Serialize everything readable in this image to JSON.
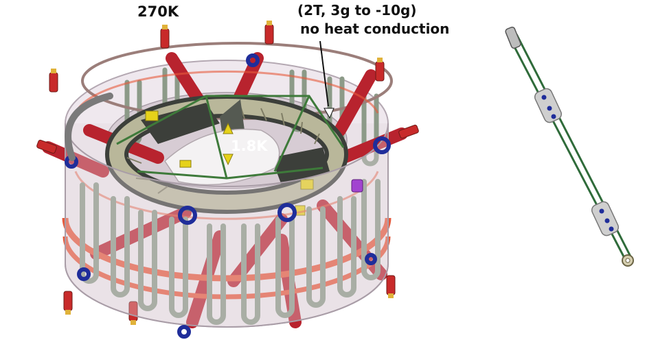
{
  "labels": {
    "outer_temperature": "270K",
    "inner_temperature": "1.8K",
    "condition_line_1": "(2T, 3g to -10g)",
    "condition_line_2": "no heat conduction"
  },
  "colors": {
    "vessel_glass": "#d9cfd6",
    "vessel_edge": "#9a8f98",
    "strut_red": "#b8232e",
    "coil_green": "#5b6a4f",
    "coil_body": "#b9b79a",
    "coil_dark": "#3c3f3a",
    "red_ring": "#e65a3c",
    "blue_mount": "#1f2d9a",
    "yellow_bracket": "#e6d21a",
    "link_green": "#2f6b3a",
    "link_gray": "#bdbdbd"
  }
}
